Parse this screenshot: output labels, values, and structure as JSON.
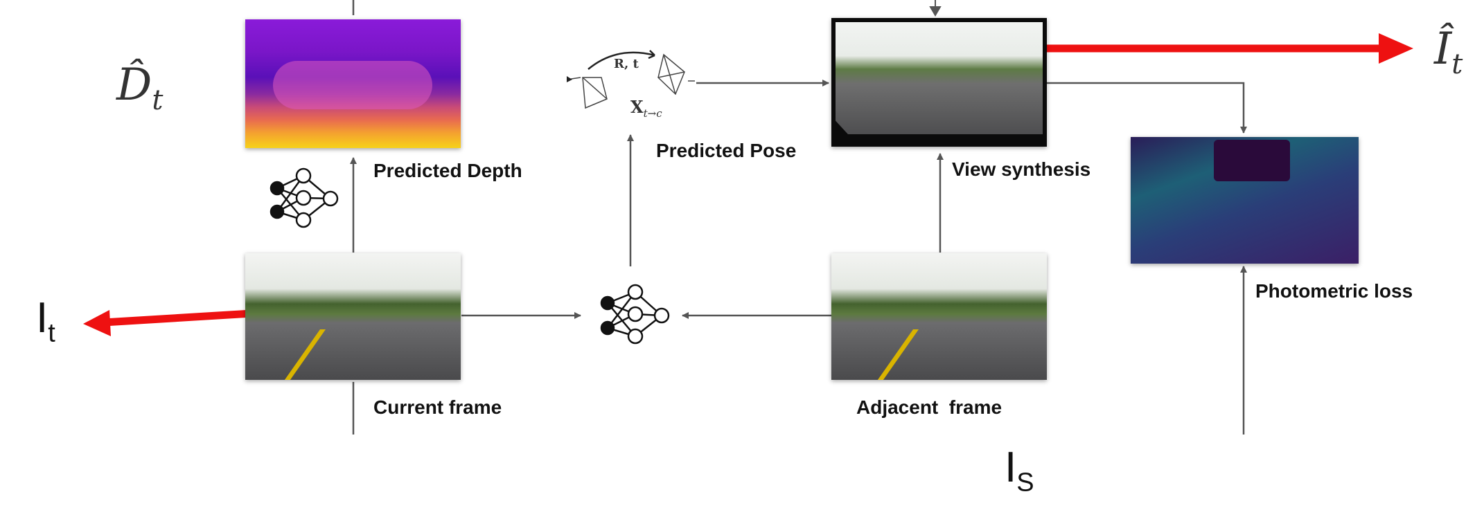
{
  "labels": {
    "predicted_depth": "Predicted Depth",
    "predicted_pose": "Predicted Pose",
    "view_synthesis": "View synthesis",
    "photometric_loss": "Photometric loss",
    "current_frame": "Current frame",
    "adjacent_frame": "Adjacent  frame"
  },
  "math": {
    "depth_hat": "D̂",
    "depth_sub": "t",
    "image_hat": "Î",
    "image_sub": "t",
    "rt": "R, t",
    "x": "X",
    "x_sub": "t→c"
  },
  "annotations": {
    "it_main": "I",
    "it_sub": "t",
    "is_main": "I",
    "is_sub": "S"
  },
  "colors": {
    "highlight_arrow": "#ee1111",
    "flow_arrow": "#555555"
  }
}
